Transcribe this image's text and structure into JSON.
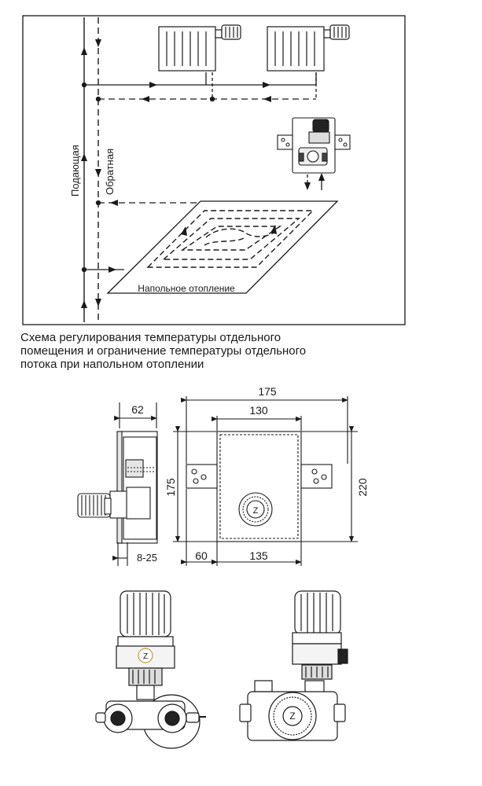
{
  "scheme": {
    "supply_label": "Подающая",
    "return_label": "Обратная",
    "floor_label": "Напольное отопление"
  },
  "caption": {
    "lines": [
      "Схема регулирования температуры отдельного",
      "помещения и ограничение температуры отдельного",
      "потока при напольном отоплении"
    ]
  },
  "dimensions": {
    "side_depth": "62",
    "side_range": "8-25",
    "front_outer_width": "175",
    "front_inner_width": "130",
    "front_height": "175",
    "front_total_height": "220",
    "front_offset": "60",
    "front_bottom_width": "135"
  },
  "brand_icon": "Z"
}
